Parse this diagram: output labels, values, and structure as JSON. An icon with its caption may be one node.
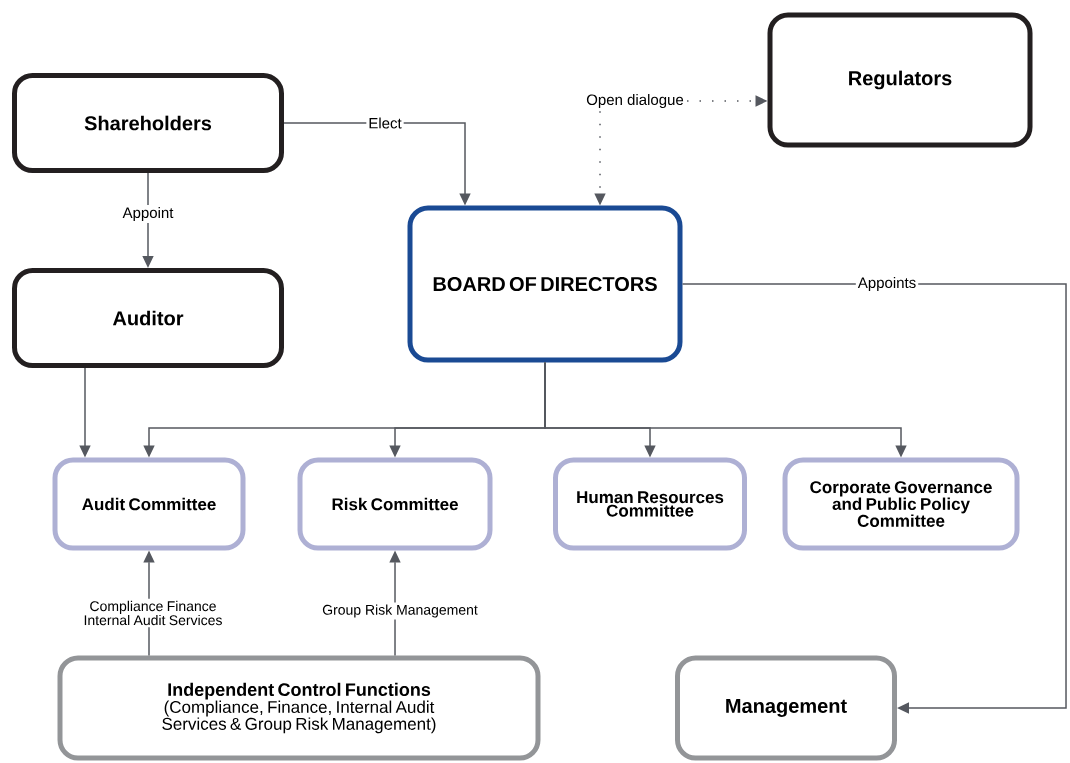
{
  "diagram": {
    "nodes": [
      {
        "text": [
          "Regulators"
        ]
      },
      {
        "text": [
          "Shareholders"
        ]
      },
      {
        "text": [
          "Open dialogue"
        ]
      },
      {
        "text": [
          "BOARD OF DIRECTORS"
        ]
      },
      {
        "text": [
          "Auditor"
        ]
      },
      {
        "text": [
          "Audit Committee"
        ]
      },
      {
        "text": [
          "Risk Committee"
        ]
      },
      {
        "text": [
          "Human Resources Committee"
        ]
      },
      {
        "text": [
          "Corporate Governance and Public Policy Committee"
        ]
      },
      {
        "text": [
          "Independent Control Functions",
          "(Compliance, Finance, Internal Audit Services & Group Risk Management)"
        ]
      },
      {
        "text": [
          "Management"
        ]
      }
    ],
    "edges": [
      {
        "from": 1,
        "to": 3,
        "arrow": "to",
        "label": "Elect"
      },
      {
        "from": 1,
        "to": 4,
        "arrow": "to",
        "label": "Appoint"
      },
      {
        "from": 2,
        "to": 0,
        "arrow": "to",
        "style": "dashed"
      },
      {
        "from": 2,
        "to": 3,
        "arrow": "to",
        "style": "dashed"
      },
      {
        "from": 3,
        "to": 10,
        "arrow": "to",
        "label": "Appoints"
      },
      {
        "from": 4,
        "to": 5,
        "arrow": "to"
      },
      {
        "from": 3,
        "to": 5,
        "arrow": "to"
      },
      {
        "from": 3,
        "to": 6,
        "arrow": "to"
      },
      {
        "from": 3,
        "to": 7,
        "arrow": "to"
      },
      {
        "from": 3,
        "to": 8,
        "arrow": "to"
      },
      {
        "from": 9,
        "to": 5,
        "arrow": "to",
        "label": "Compliance Finance Internal Audit Services"
      },
      {
        "from": 9,
        "to": 6,
        "arrow": "to",
        "label": "Group Risk Management"
      }
    ]
  }
}
